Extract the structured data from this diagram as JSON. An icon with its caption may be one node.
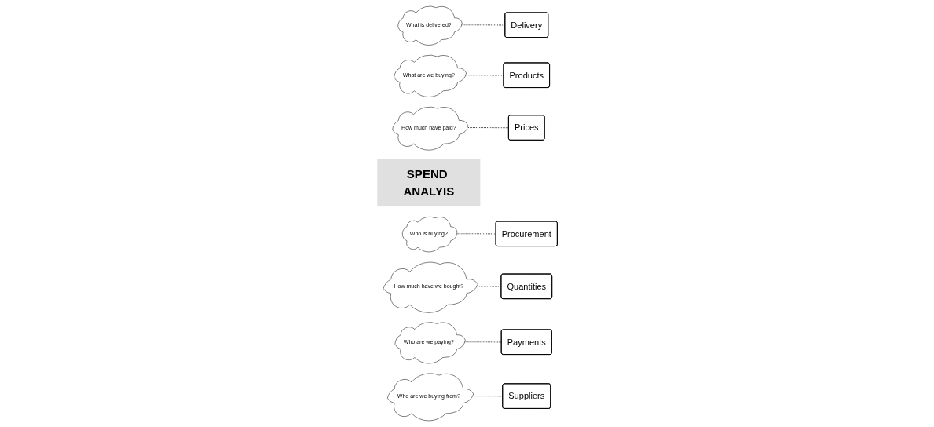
{
  "diagram": {
    "nodes": [
      {
        "text": [
          "What is delivered?"
        ]
      },
      {
        "text": [
          "Delivery"
        ]
      },
      {
        "text": [
          "Products"
        ]
      },
      {
        "text": [
          "What are we buying?"
        ]
      },
      {
        "text": [
          "Prices"
        ]
      },
      {
        "text": [
          "How much have paid?"
        ]
      },
      {
        "text": [
          "SPEND ANALYIS"
        ]
      },
      {
        "text": [
          "Who is buying?"
        ]
      },
      {
        "text": [
          "Procurement"
        ]
      },
      {
        "text": [
          "How much have we bought?"
        ]
      },
      {
        "text": [
          "Quantities"
        ]
      },
      {
        "text": [
          "Who are we paying?"
        ]
      },
      {
        "text": [
          "Payments"
        ]
      },
      {
        "text": [
          "Suppliers"
        ]
      },
      {
        "text": [
          "Who are we buying from?"
        ]
      }
    ],
    "edges": [
      {
        "from": 0,
        "to": 1,
        "arrow": "none",
        "style": "dashed"
      },
      {
        "from": 3,
        "to": 2,
        "arrow": "none",
        "style": "dashed"
      },
      {
        "from": 5,
        "to": 4,
        "arrow": "none",
        "style": "dashed"
      },
      {
        "from": 7,
        "to": 8,
        "arrow": "none",
        "style": "dashed"
      },
      {
        "from": 9,
        "to": 10,
        "arrow": "none",
        "style": "dashed"
      },
      {
        "from": 11,
        "to": 12,
        "arrow": "none",
        "style": "dashed"
      },
      {
        "from": 14,
        "to": 13,
        "arrow": "none",
        "style": "dashed"
      }
    ]
  }
}
